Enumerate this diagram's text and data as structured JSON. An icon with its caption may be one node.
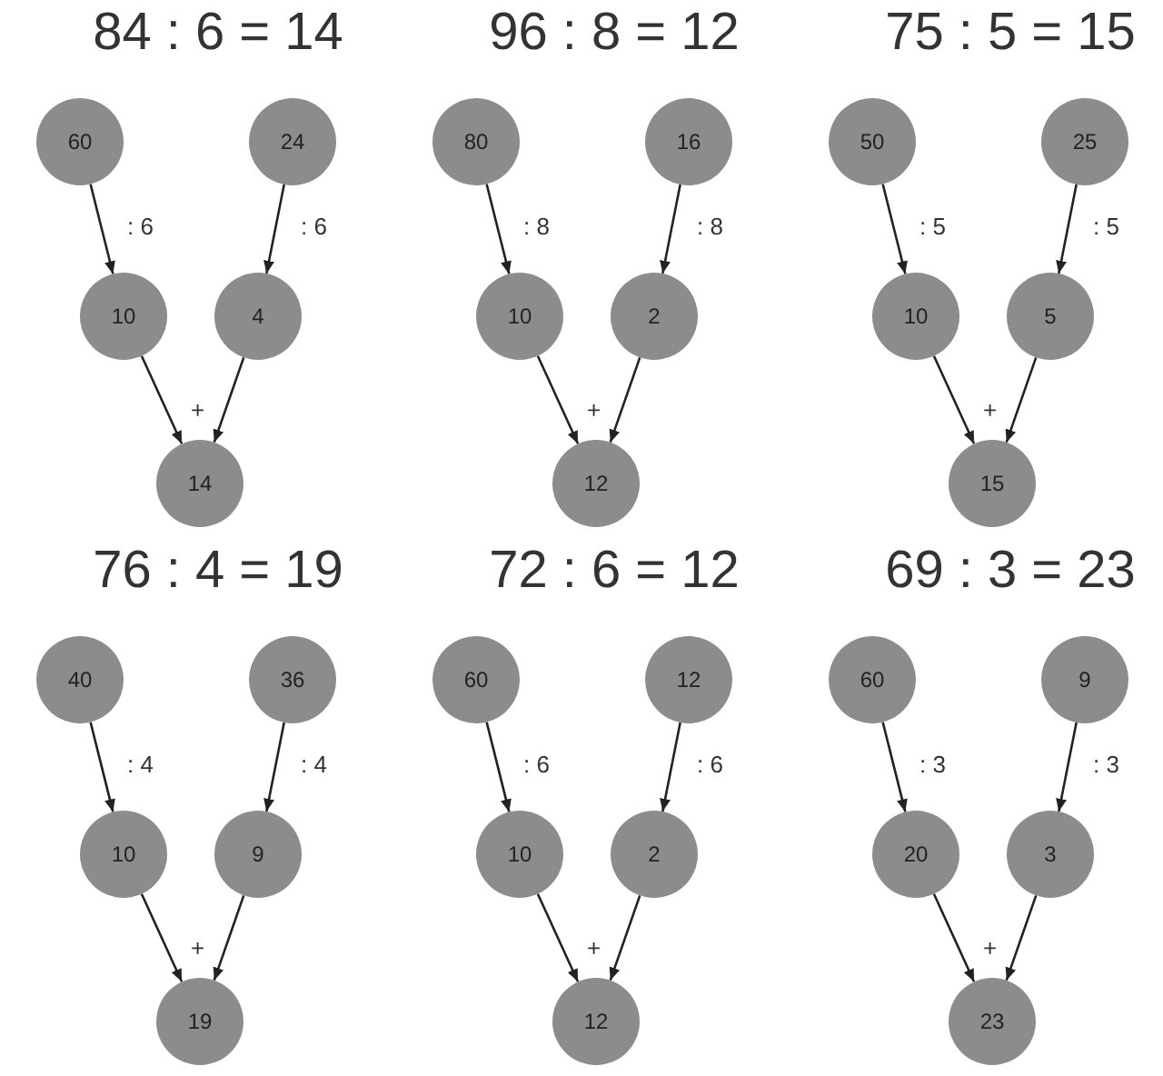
{
  "diagram": {
    "nodes": [
      {
        "text": [
          "60"
        ]
      },
      {
        "text": [
          "24"
        ]
      },
      {
        "text": [
          "10"
        ]
      },
      {
        "text": [
          "4"
        ]
      },
      {
        "text": [
          "14"
        ]
      },
      {
        "text": [
          "80"
        ]
      },
      {
        "text": [
          "16"
        ]
      },
      {
        "text": [
          "10"
        ]
      },
      {
        "text": [
          "2"
        ]
      },
      {
        "text": [
          "12"
        ]
      },
      {
        "text": [
          "50"
        ]
      },
      {
        "text": [
          "25"
        ]
      },
      {
        "text": [
          "10"
        ]
      },
      {
        "text": [
          "5"
        ]
      },
      {
        "text": [
          "15"
        ]
      },
      {
        "text": [
          "40"
        ]
      },
      {
        "text": [
          "36"
        ]
      },
      {
        "text": [
          "10"
        ]
      },
      {
        "text": [
          "9"
        ]
      },
      {
        "text": [
          "19"
        ]
      },
      {
        "text": [
          "60"
        ]
      },
      {
        "text": [
          "12"
        ]
      },
      {
        "text": [
          "10"
        ]
      },
      {
        "text": [
          "2"
        ]
      },
      {
        "text": [
          "12"
        ]
      },
      {
        "text": [
          "60"
        ]
      },
      {
        "text": [
          "9"
        ]
      },
      {
        "text": [
          "20"
        ]
      },
      {
        "text": [
          "3"
        ]
      },
      {
        "text": [
          "23"
        ]
      }
    ],
    "edges": [
      {
        "from": 0,
        "to": 2,
        "arrow": "to",
        "label": ": 6"
      },
      {
        "from": 1,
        "to": 3,
        "arrow": "to",
        "label": ": 6"
      },
      {
        "from": 2,
        "to": 4,
        "arrow": "to"
      },
      {
        "from": 3,
        "to": 4,
        "arrow": "to"
      },
      {
        "from": 5,
        "to": 7,
        "arrow": "to",
        "label": ": 8"
      },
      {
        "from": 6,
        "to": 8,
        "arrow": "to",
        "label": ": 8"
      },
      {
        "from": 7,
        "to": 9,
        "arrow": "to"
      },
      {
        "from": 8,
        "to": 9,
        "arrow": "to"
      },
      {
        "from": 10,
        "to": 12,
        "arrow": "to",
        "label": ": 5"
      },
      {
        "from": 11,
        "to": 13,
        "arrow": "to",
        "label": ": 5"
      },
      {
        "from": 12,
        "to": 14,
        "arrow": "to"
      },
      {
        "from": 13,
        "to": 14,
        "arrow": "to"
      },
      {
        "from": 15,
        "to": 17,
        "arrow": "to",
        "label": ": 4"
      },
      {
        "from": 16,
        "to": 18,
        "arrow": "to",
        "label": ": 4"
      },
      {
        "from": 17,
        "to": 19,
        "arrow": "to"
      },
      {
        "from": 18,
        "to": 19,
        "arrow": "to"
      },
      {
        "from": 20,
        "to": 22,
        "arrow": "to",
        "label": ": 6"
      },
      {
        "from": 21,
        "to": 23,
        "arrow": "to",
        "label": ": 6"
      },
      {
        "from": 22,
        "to": 24,
        "arrow": "to"
      },
      {
        "from": 23,
        "to": 24,
        "arrow": "to"
      },
      {
        "from": 25,
        "to": 27,
        "arrow": "to",
        "label": ": 3"
      },
      {
        "from": 26,
        "to": 28,
        "arrow": "to",
        "label": ": 3"
      },
      {
        "from": 27,
        "to": 29,
        "arrow": "to"
      },
      {
        "from": 28,
        "to": 29,
        "arrow": "to"
      }
    ],
    "labels": [
      "84 : 6 = 14",
      "+",
      "96 : 8 = 12",
      "+",
      "75 : 5 = 15",
      "+",
      "76 : 4 = 19",
      "+",
      "72 : 6 = 12",
      "+",
      "69 : 3 = 23",
      "+"
    ]
  }
}
